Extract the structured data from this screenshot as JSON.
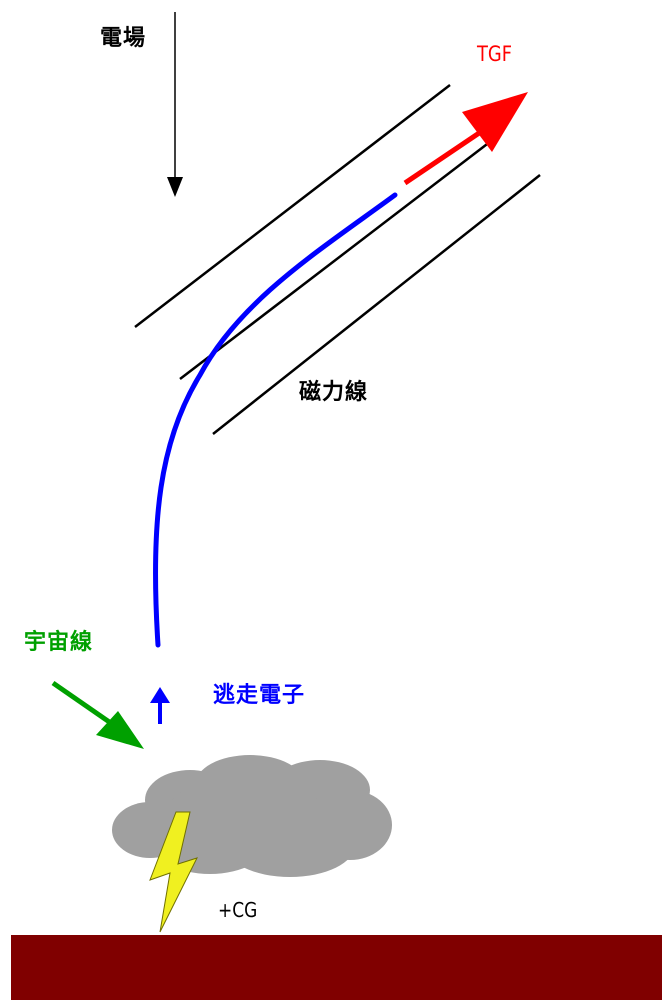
{
  "labels": {
    "electric_field": "電場",
    "tgf": "TGF",
    "magnetic_field_lines": "磁力線",
    "cosmic_rays": "宇宙線",
    "runaway_electrons": "逃走電子",
    "lightning": "+CG"
  },
  "colors": {
    "electron_path": "#0000ff",
    "tgf_arrow": "#ff0000",
    "cosmic_ray_arrow": "#00a000",
    "lightning": "#f0f020",
    "cloud": "#a0a0a0",
    "ground": "#800000",
    "field_lines": "#000000"
  }
}
